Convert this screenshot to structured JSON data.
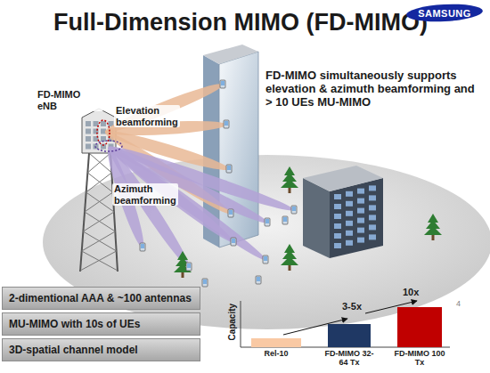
{
  "diagram": {
    "title": "Full-Dimension MIMO (FD-MIMO)",
    "nodes": [
      {
        "text": [
          "SAMSUNG"
        ]
      },
      {
        "text": [
          "2-dimentional AAA & ~100 antennas"
        ]
      },
      {
        "text": [
          "MU-MIMO with 10s of UEs"
        ]
      },
      {
        "text": [
          "3D-spatial channel model"
        ]
      }
    ],
    "labels": [
      "FD-MIMO eNB",
      "Elevation beamforming",
      "Azimuth beamforming",
      "FD-MIMO simultaneously supports elevation & azimuth beamforming and > 10 UEs MU-MIMO",
      "Capacity",
      "Rel-10",
      "FD-MIMO 32-64 Tx",
      "FD-MIMO 100 Tx",
      "3-5x",
      "10x",
      "4"
    ]
  }
}
